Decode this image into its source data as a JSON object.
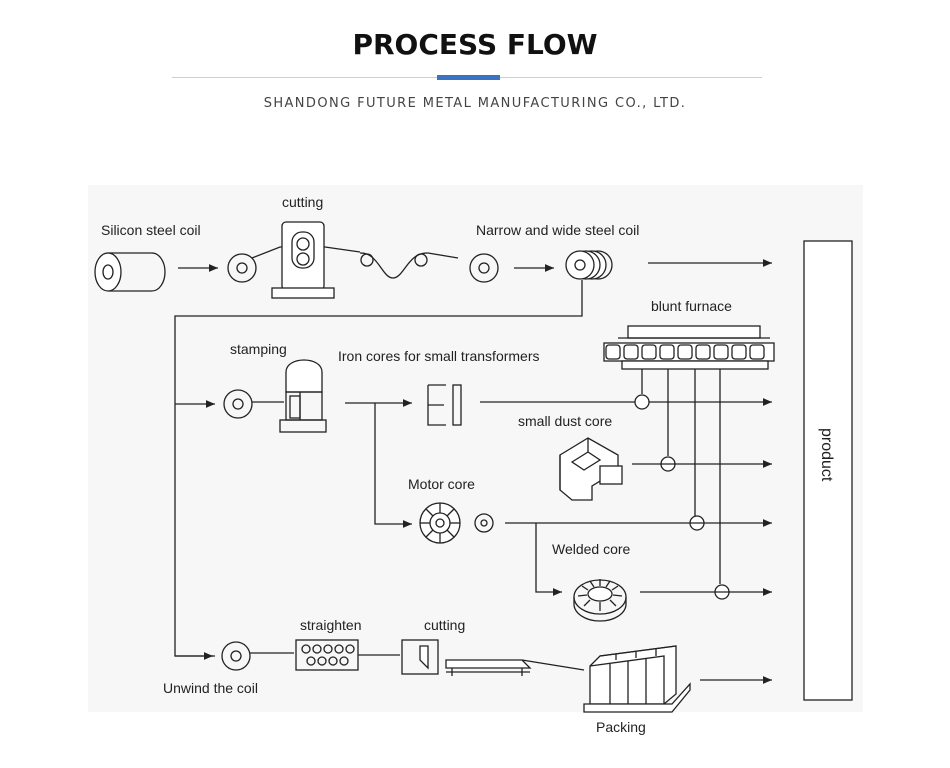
{
  "header": {
    "title": "PROCESS FLOW",
    "subtitle": "SHANDONG FUTURE METAL MANUFACTURING CO., LTD.",
    "accent_color": "#3b73c4"
  },
  "diagram": {
    "labels": {
      "silicon_steel_coil": "Silicon steel coil",
      "cutting_top": "cutting",
      "narrow_wide_coil": "Narrow and wide steel coil",
      "blunt_furnace": "blunt furnace",
      "stamping": "stamping",
      "iron_cores": "Iron cores for small transformers",
      "small_dust_core": "small dust core",
      "motor_core": "Motor core",
      "welded_core": "Welded core",
      "straighten": "straighten",
      "cutting_bottom": "cutting",
      "unwind_coil": "Unwind the coil",
      "packing": "Packing",
      "product": "product"
    },
    "ei_glyph": "EI"
  }
}
